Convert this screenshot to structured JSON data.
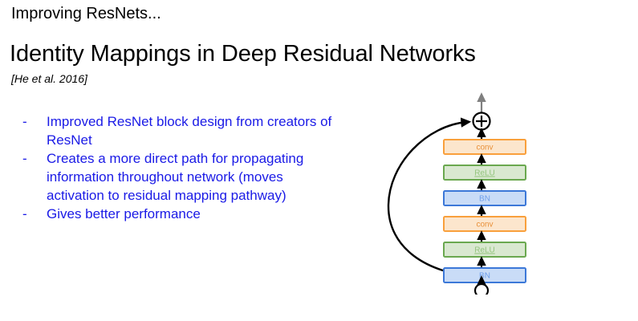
{
  "slide": {
    "kicker": "Improving ResNets...",
    "title": "Identity Mappings in Deep Residual Networks",
    "citation": "[He et al. 2016]",
    "bullet_marker": "-",
    "bullets": [
      "Improved ResNet block design from creators of ResNet",
      "Creates a more direct path for propagating information throughout network (moves activation to residual mapping pathway)",
      "Gives better performance"
    ]
  },
  "diagram": {
    "name": "residual-block-diagram",
    "add_node_symbol": "+",
    "blocks": [
      {
        "label": "conv",
        "type": "conv"
      },
      {
        "label": "ReLU",
        "type": "relu"
      },
      {
        "label": "BN",
        "type": "bn"
      },
      {
        "label": "conv",
        "type": "conv"
      },
      {
        "label": "ReLU",
        "type": "relu"
      },
      {
        "label": "BN",
        "type": "bn"
      }
    ],
    "colors": {
      "conv_fill": "#fce6cd",
      "conv_border": "#f9a03c",
      "conv_text": "#e8913a",
      "relu_fill": "#d9e8d0",
      "relu_border": "#6aa84f",
      "relu_text": "#93c47d",
      "bn_fill": "#c9dcf7",
      "bn_border": "#3c78d8",
      "bn_text": "#6d9eeb",
      "arrow": "#000000",
      "top_arrow": "#808080",
      "skip_path": "#000000"
    }
  },
  "theme": {
    "background": "#ffffff",
    "title_color": "#000000",
    "bullet_color": "#1a1ae6"
  }
}
